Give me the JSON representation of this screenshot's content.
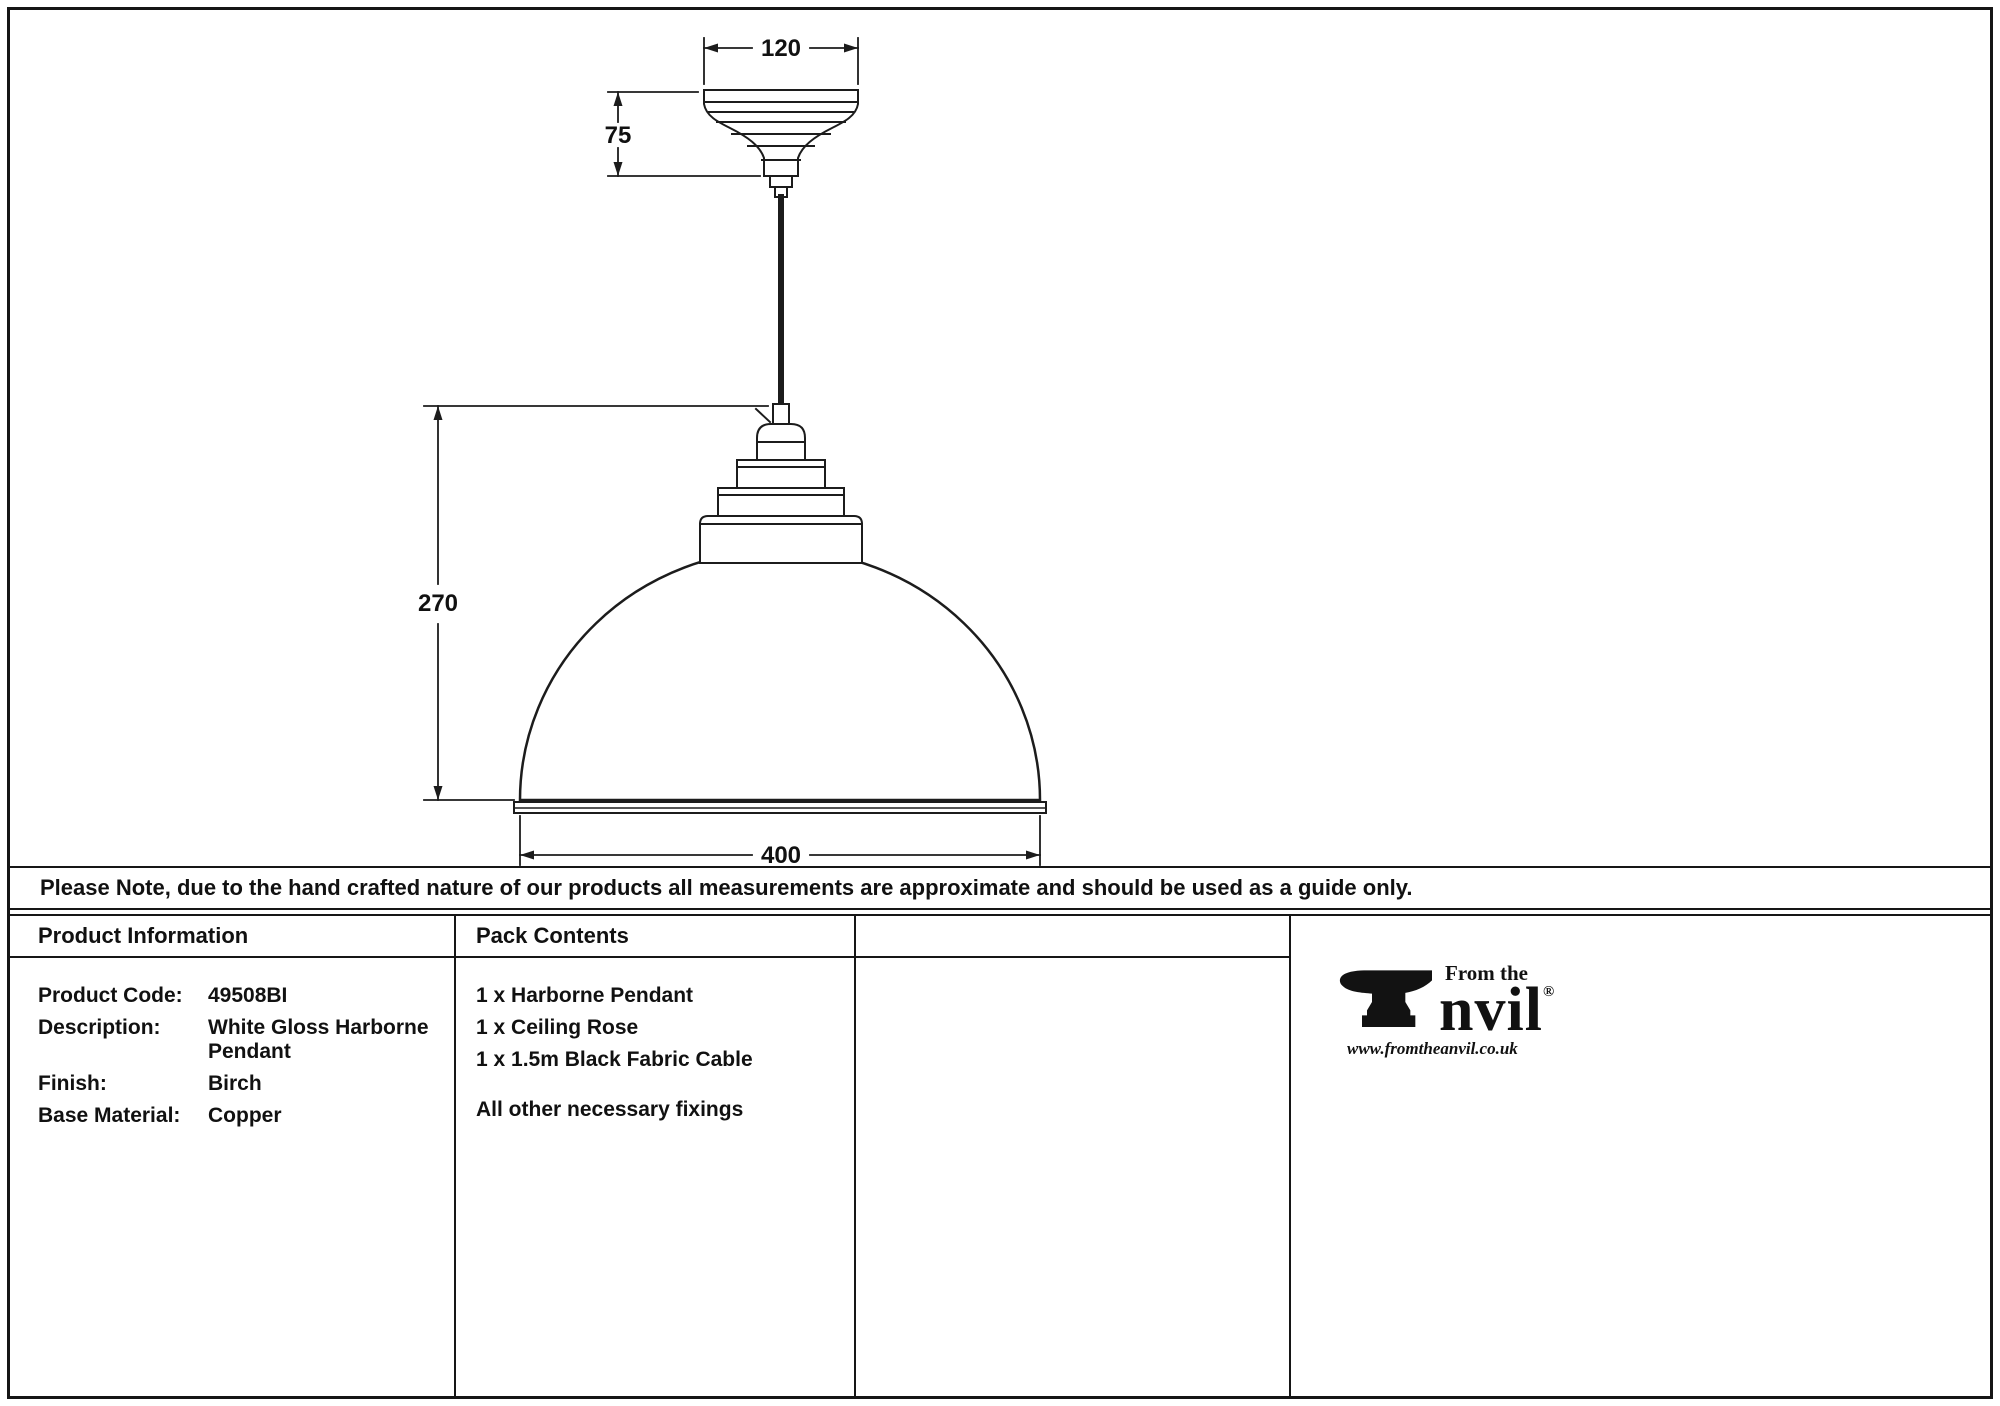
{
  "drawing": {
    "dims": {
      "rose_width": "120",
      "rose_height": "75",
      "shade_height": "270",
      "shade_width": "400"
    }
  },
  "note": {
    "text": "Please Note, due to the hand crafted nature of our products all measurements are approximate and should be used as a guide only."
  },
  "table": {
    "product_info": {
      "header": "Product Information",
      "rows": [
        {
          "label": "Product Code:",
          "value": "49508BI"
        },
        {
          "label": "Description:",
          "value": "White Gloss Harborne Pendant"
        },
        {
          "label": "Finish:",
          "value": "Birch"
        },
        {
          "label": "Base Material:",
          "value": "Copper"
        }
      ]
    },
    "pack_contents": {
      "header": "Pack Contents",
      "items": [
        "1 x Harborne Pendant",
        "1 x Ceiling Rose",
        "1 x 1.5m Black Fabric Cable"
      ],
      "footer": "All other necessary fixings"
    }
  },
  "logo": {
    "prefix": "From the",
    "name_rest": "nvil",
    "registered": "®",
    "url": "www.fromtheanvil.co.uk"
  }
}
